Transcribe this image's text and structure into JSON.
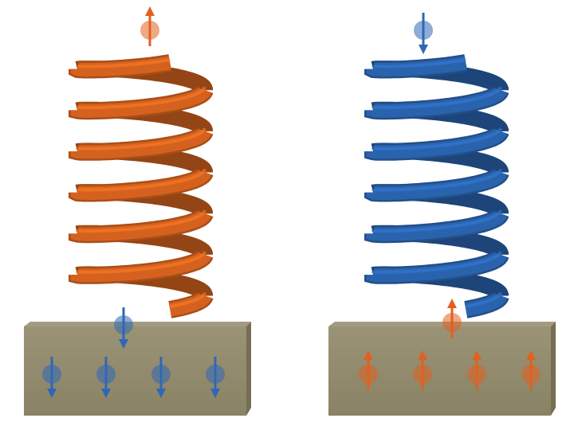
{
  "colors": {
    "spin_up": "#e2601f",
    "spin_down": "#2f67b8",
    "helix_left": "#d4621e",
    "helix_right": "#2a63ad",
    "substrate": "#8b8366"
  },
  "panels": [
    {
      "helix_color": "helix_left",
      "top_spin": "up",
      "bottom_spin": "down",
      "substrate_spins": [
        "down",
        "down",
        "down",
        "down"
      ]
    },
    {
      "helix_color": "helix_right",
      "top_spin": "down",
      "bottom_spin": "up",
      "substrate_spins": [
        "up",
        "up",
        "up",
        "up"
      ]
    }
  ]
}
